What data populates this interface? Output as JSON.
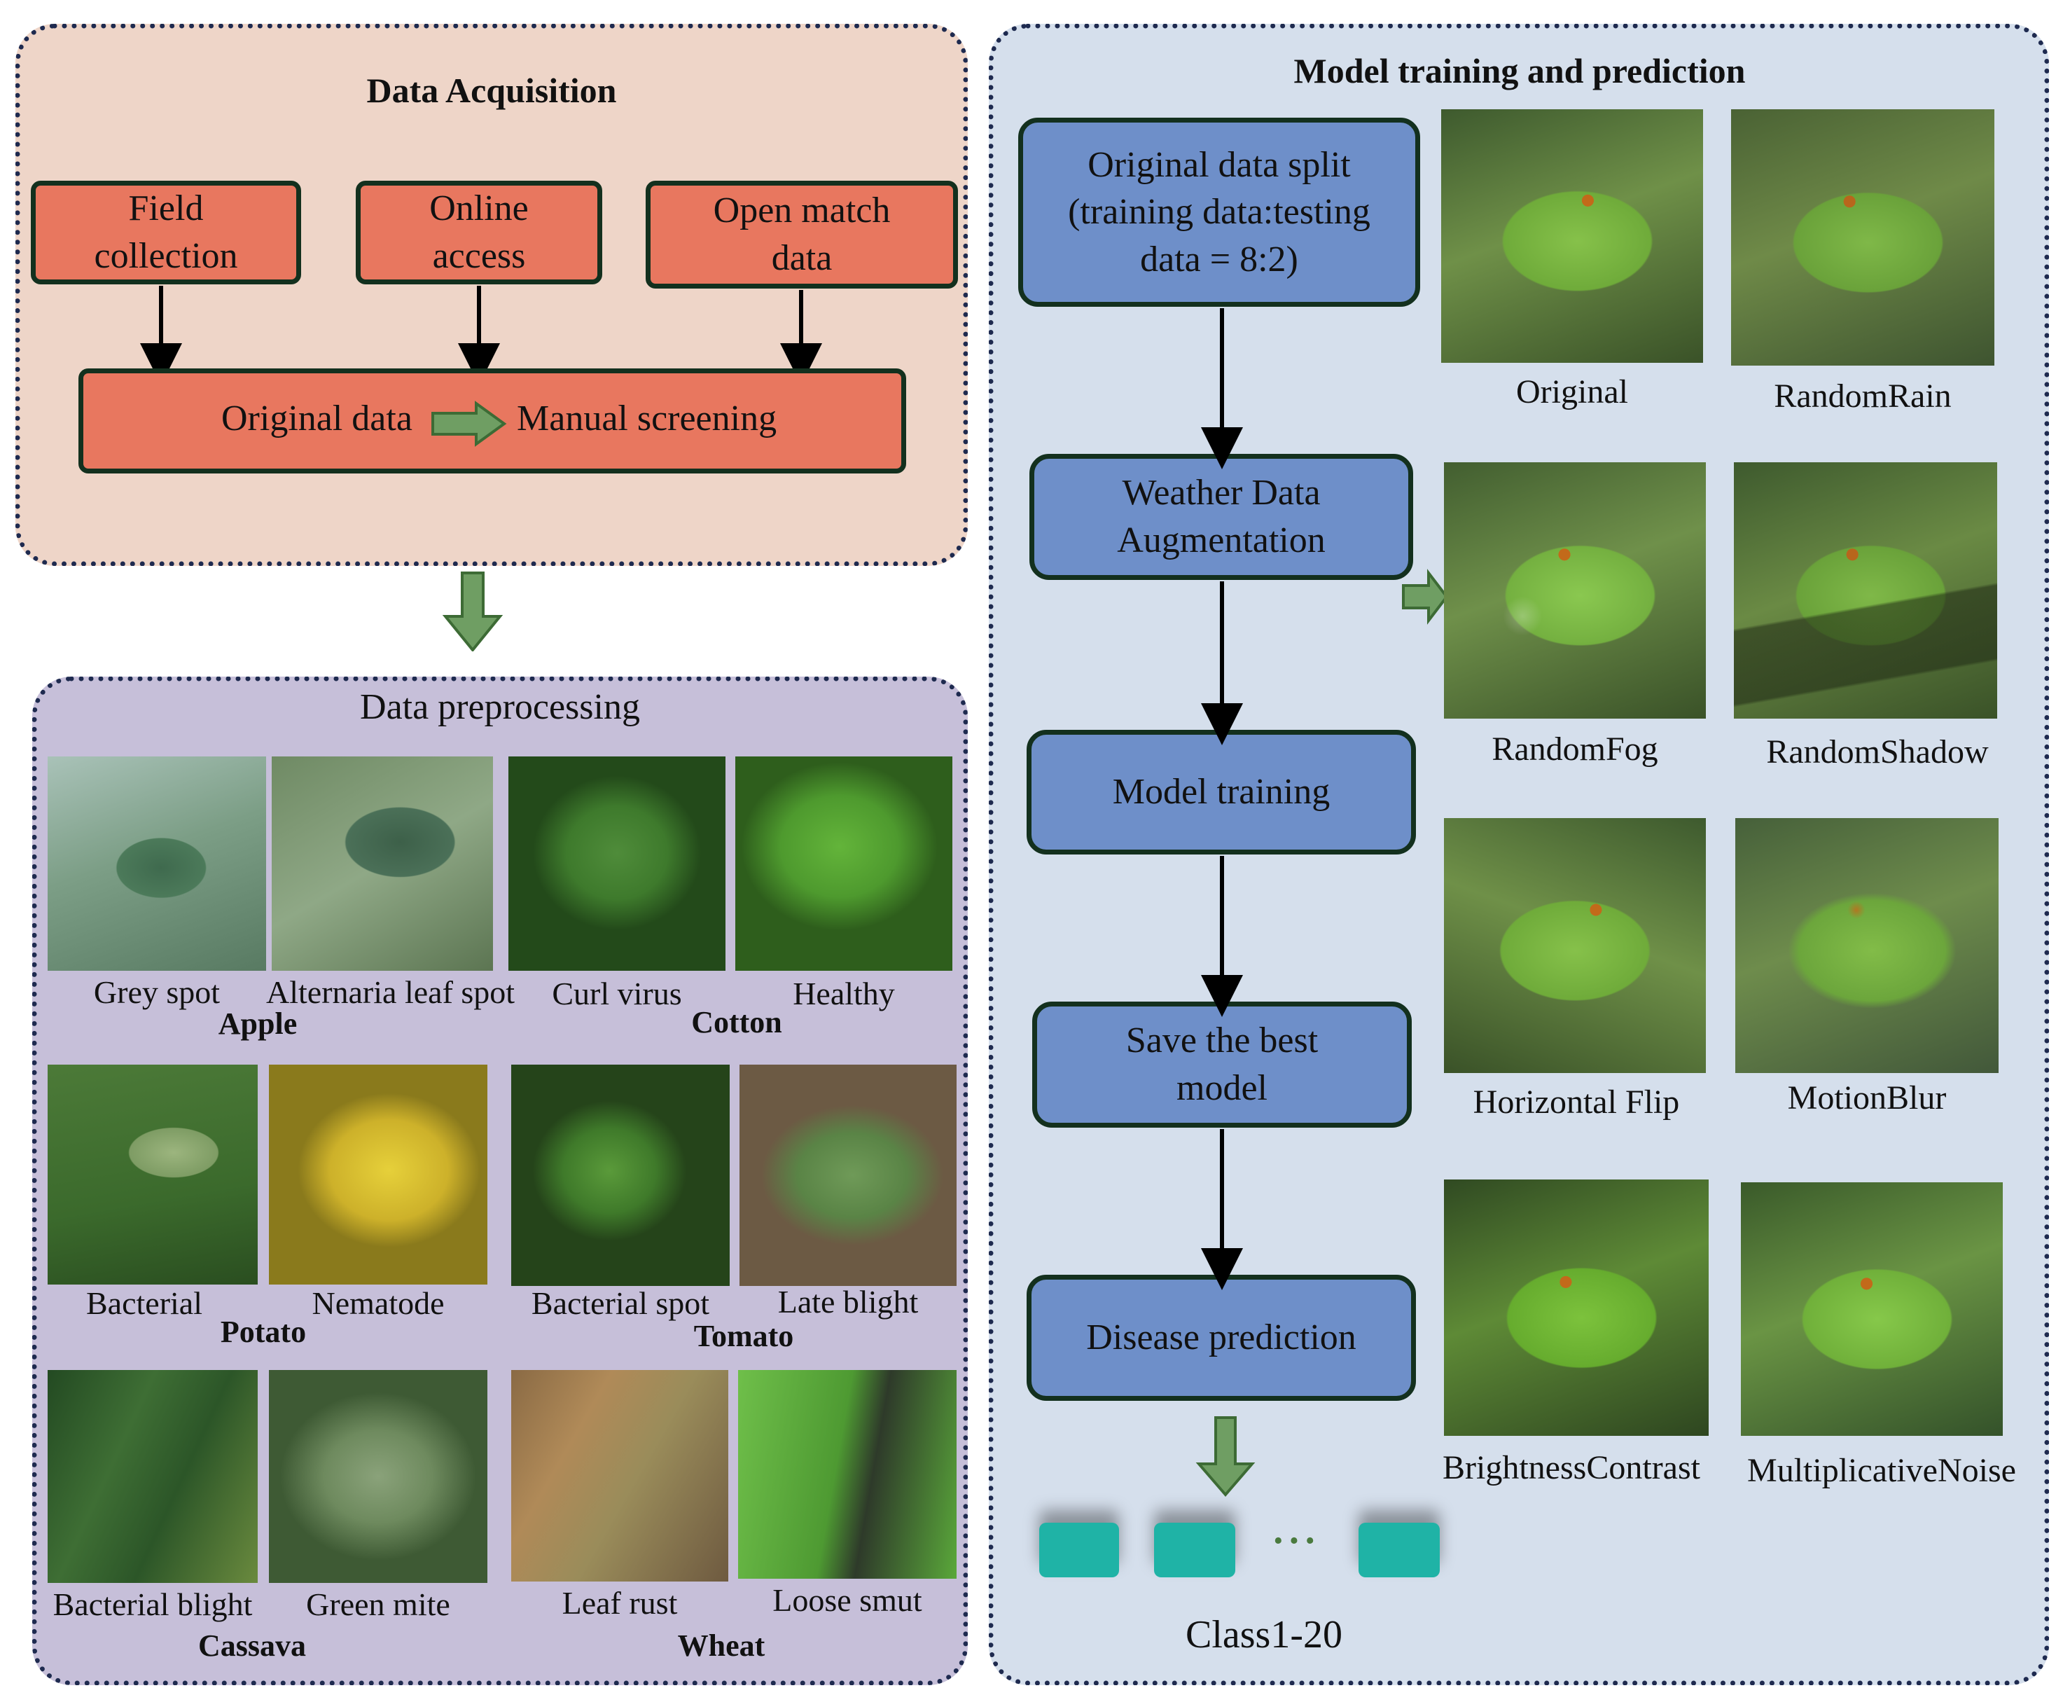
{
  "acquisition": {
    "title": "Data Acquisition",
    "sources": [
      "Field\ncollection",
      "Online\naccess",
      "Open match\ndata"
    ],
    "flow_left": "Original data",
    "flow_right": "Manual screening"
  },
  "preprocessing": {
    "title": "Data preprocessing",
    "groups": [
      {
        "crop": "Apple",
        "labels": [
          "Grey spot",
          "Alternaria leaf spot"
        ]
      },
      {
        "crop": "Cotton",
        "labels": [
          "Curl virus",
          "Healthy"
        ]
      },
      {
        "crop": "Potato",
        "labels": [
          "Bacterial",
          "Nematode"
        ]
      },
      {
        "crop": "Tomato",
        "labels": [
          "Bacterial spot",
          "Late blight"
        ]
      },
      {
        "crop": "Cassava",
        "labels": [
          "Bacterial blight",
          "Green mite"
        ]
      },
      {
        "crop": "Wheat",
        "labels": [
          "Leaf rust",
          "Loose smut"
        ]
      }
    ]
  },
  "training": {
    "title": "Model training and prediction",
    "steps": [
      "Original data split\n(training data:testing\ndata = 8:2)",
      "Weather Data\nAugmentation",
      "Model training",
      "Save the best\nmodel",
      "Disease prediction"
    ],
    "augmentations": [
      "Original",
      "RandomRain",
      "RandomFog",
      "RandomShadow",
      "Horizontal Flip",
      "MotionBlur",
      "BrightnessContrast",
      "MultiplicativeNoise"
    ],
    "ellipsis": "···",
    "classes_label": "Class1-20"
  },
  "colors": {
    "acquisition_bg": "#eed5c8",
    "preprocessing_bg": "#c6bfd9",
    "training_bg": "#d5dfec",
    "source_box": "#e8775f",
    "step_box": "#6e8fc9",
    "class_box": "#1fb3a6",
    "green_arrow": "#6f9e63"
  }
}
